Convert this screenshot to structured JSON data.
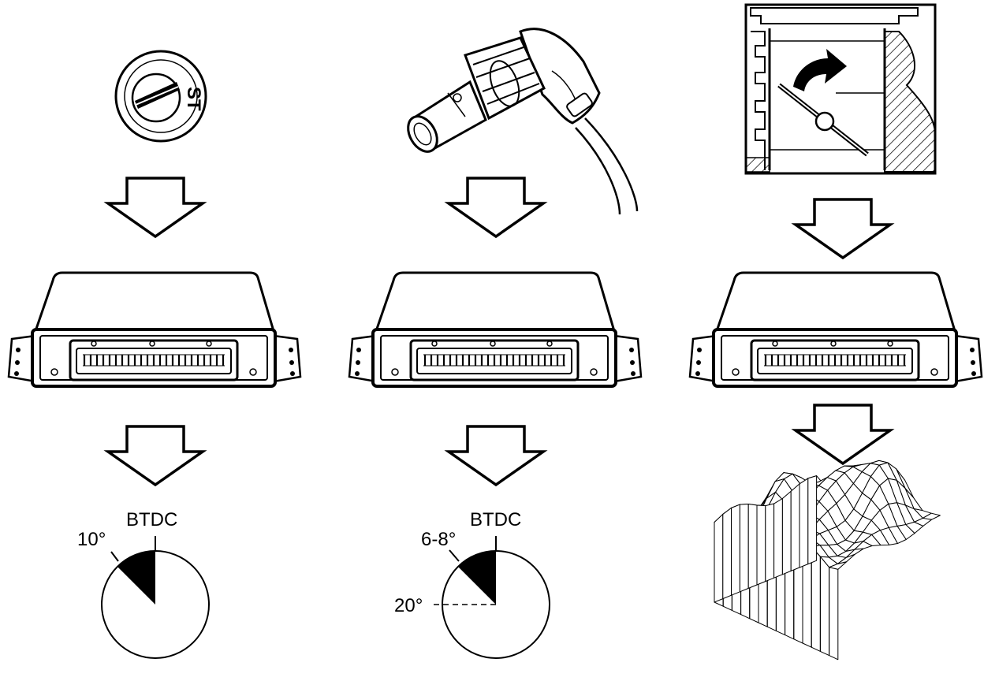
{
  "ignition_switch": {
    "position_label": "ST"
  },
  "column_left": {
    "reference_label": "BTDC",
    "advance_label": "10°"
  },
  "column_middle": {
    "reference_label": "BTDC",
    "advance_label": "6-8°",
    "retard_label": "20°"
  },
  "colors": {
    "ink": "#000000",
    "paper": "#ffffff"
  }
}
